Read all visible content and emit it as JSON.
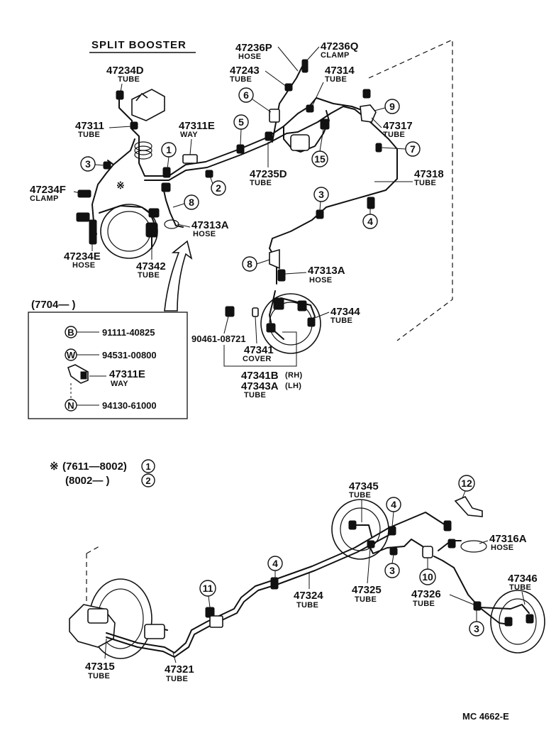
{
  "title": "SPLIT BOOSTER",
  "diagram_code": "MC  4662-E",
  "note_mark": "※",
  "callouts": [
    "1",
    "2",
    "3",
    "4",
    "5",
    "6",
    "7",
    "8",
    "9",
    "10",
    "11",
    "12",
    "15"
  ],
  "parts": {
    "p47234D": {
      "no": "47234D",
      "name": "TUBE"
    },
    "p47311": {
      "no": "47311",
      "name": "TUBE"
    },
    "p47311E": {
      "no": "47311E",
      "name": "WAY"
    },
    "p47236P": {
      "no": "47236P",
      "name": "HOSE"
    },
    "p47236Q": {
      "no": "47236Q",
      "name": "CLAMP"
    },
    "p47243": {
      "no": "47243",
      "name": "TUBE"
    },
    "p47314": {
      "no": "47314",
      "name": "TUBE"
    },
    "p47317": {
      "no": "47317",
      "name": "TUBE"
    },
    "p47235D": {
      "no": "47235D",
      "name": "TUBE"
    },
    "p47318": {
      "no": "47318",
      "name": "TUBE"
    },
    "p47234F": {
      "no": "47234F",
      "name": "CLAMP"
    },
    "p47313A_top": {
      "no": "47313A",
      "name": "HOSE"
    },
    "p47234E": {
      "no": "47234E",
      "name": "HOSE"
    },
    "p47342": {
      "no": "47342",
      "name": "TUBE"
    },
    "p47313A_mid": {
      "no": "47313A",
      "name": "HOSE"
    },
    "p47344": {
      "no": "47344",
      "name": "TUBE"
    },
    "p90461": {
      "no": "90461-08721",
      "name": ""
    },
    "p47341": {
      "no": "47341",
      "name": "COVER"
    },
    "p47341B": {
      "no": "47341B",
      "suffix": "(RH)"
    },
    "p47343A": {
      "no": "47343A",
      "suffix": "(LH)",
      "name": "TUBE"
    },
    "p47345": {
      "no": "47345",
      "name": "TUBE"
    },
    "p47316A": {
      "no": "47316A",
      "name": "HOSE"
    },
    "p47324": {
      "no": "47324",
      "name": "TUBE"
    },
    "p47325": {
      "no": "47325",
      "name": "TUBE"
    },
    "p47326": {
      "no": "47326",
      "name": "TUBE"
    },
    "p47346": {
      "no": "47346",
      "name": "TUBE"
    },
    "p47315": {
      "no": "47315",
      "name": "TUBE"
    },
    "p47321": {
      "no": "47321",
      "name": "TUBE"
    }
  },
  "inset": {
    "date_range": "(7704—        )",
    "rows": [
      {
        "mark": "B",
        "part": "91111-40825"
      },
      {
        "mark": "W",
        "part": "94531-00800"
      },
      {
        "mark": "",
        "part": "47311E",
        "name": "WAY"
      },
      {
        "mark": "N",
        "part": "94130-61000"
      }
    ]
  },
  "legend": [
    {
      "mark": "※",
      "range": "(7611—8002)",
      "ref": "1"
    },
    {
      "mark": "",
      "range": "(8002—        )",
      "ref": "2"
    }
  ]
}
